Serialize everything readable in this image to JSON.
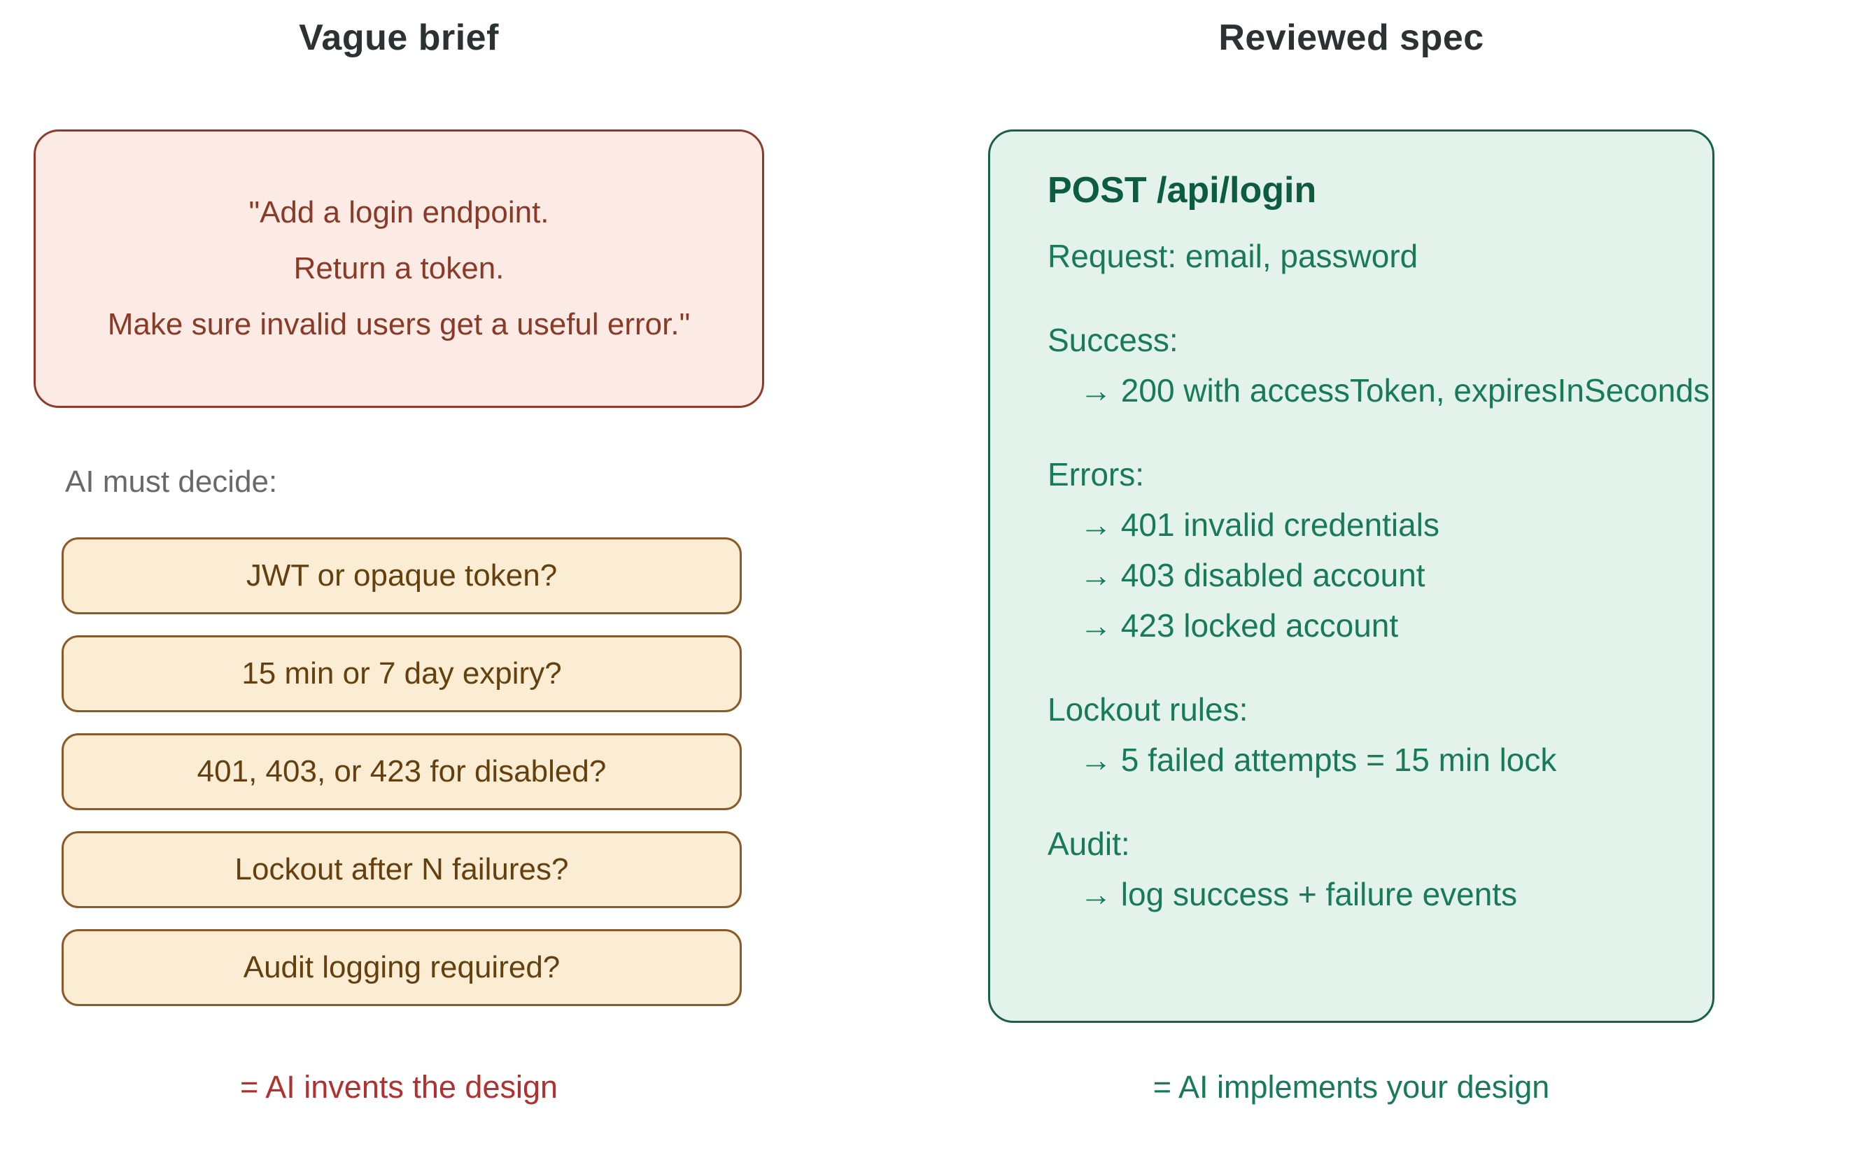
{
  "left": {
    "title": "Vague brief",
    "brief_lines": [
      "\"Add a login endpoint.",
      "Return a token.",
      "Make sure invalid users get a useful error.\""
    ],
    "decide_label": "AI must decide:",
    "questions": [
      "JWT or opaque token?",
      "15 min or 7 day expiry?",
      "401, 403, or 423 for disabled?",
      "Lockout after N failures?",
      "Audit logging required?"
    ],
    "caption": "= AI invents the design"
  },
  "right": {
    "title": "Reviewed spec",
    "endpoint": "POST /api/login",
    "request_line": "Request: email, password",
    "sections": [
      {
        "heading": "Success:",
        "items": [
          "→ 200 with accessToken, expiresInSeconds"
        ]
      },
      {
        "heading": "Errors:",
        "items": [
          "→ 401 invalid credentials",
          "→ 403 disabled account",
          "→ 423 locked account"
        ]
      },
      {
        "heading": "Lockout rules:",
        "items": [
          "→ 5 failed attempts = 15 min lock"
        ]
      },
      {
        "heading": "Audit:",
        "items": [
          "→ log success + failure events"
        ]
      }
    ],
    "caption": "= AI implements your design"
  },
  "colors": {
    "title_text": "#2c3134",
    "brief_box_bg": "#fbebe4",
    "brief_box_border": "#8e3b2b",
    "brief_text": "#8a3a27",
    "decide_label_text": "#69696b",
    "question_box_bg": "#fbecd4",
    "question_box_border": "#8a5a28",
    "question_text": "#64400f",
    "left_caption_text": "#b13030",
    "spec_box_bg": "#e3f2ea",
    "spec_box_border": "#15614a",
    "spec_endpoint_text": "#0d5c42",
    "spec_body_text": "#177a58",
    "right_caption_text": "#177a58"
  }
}
